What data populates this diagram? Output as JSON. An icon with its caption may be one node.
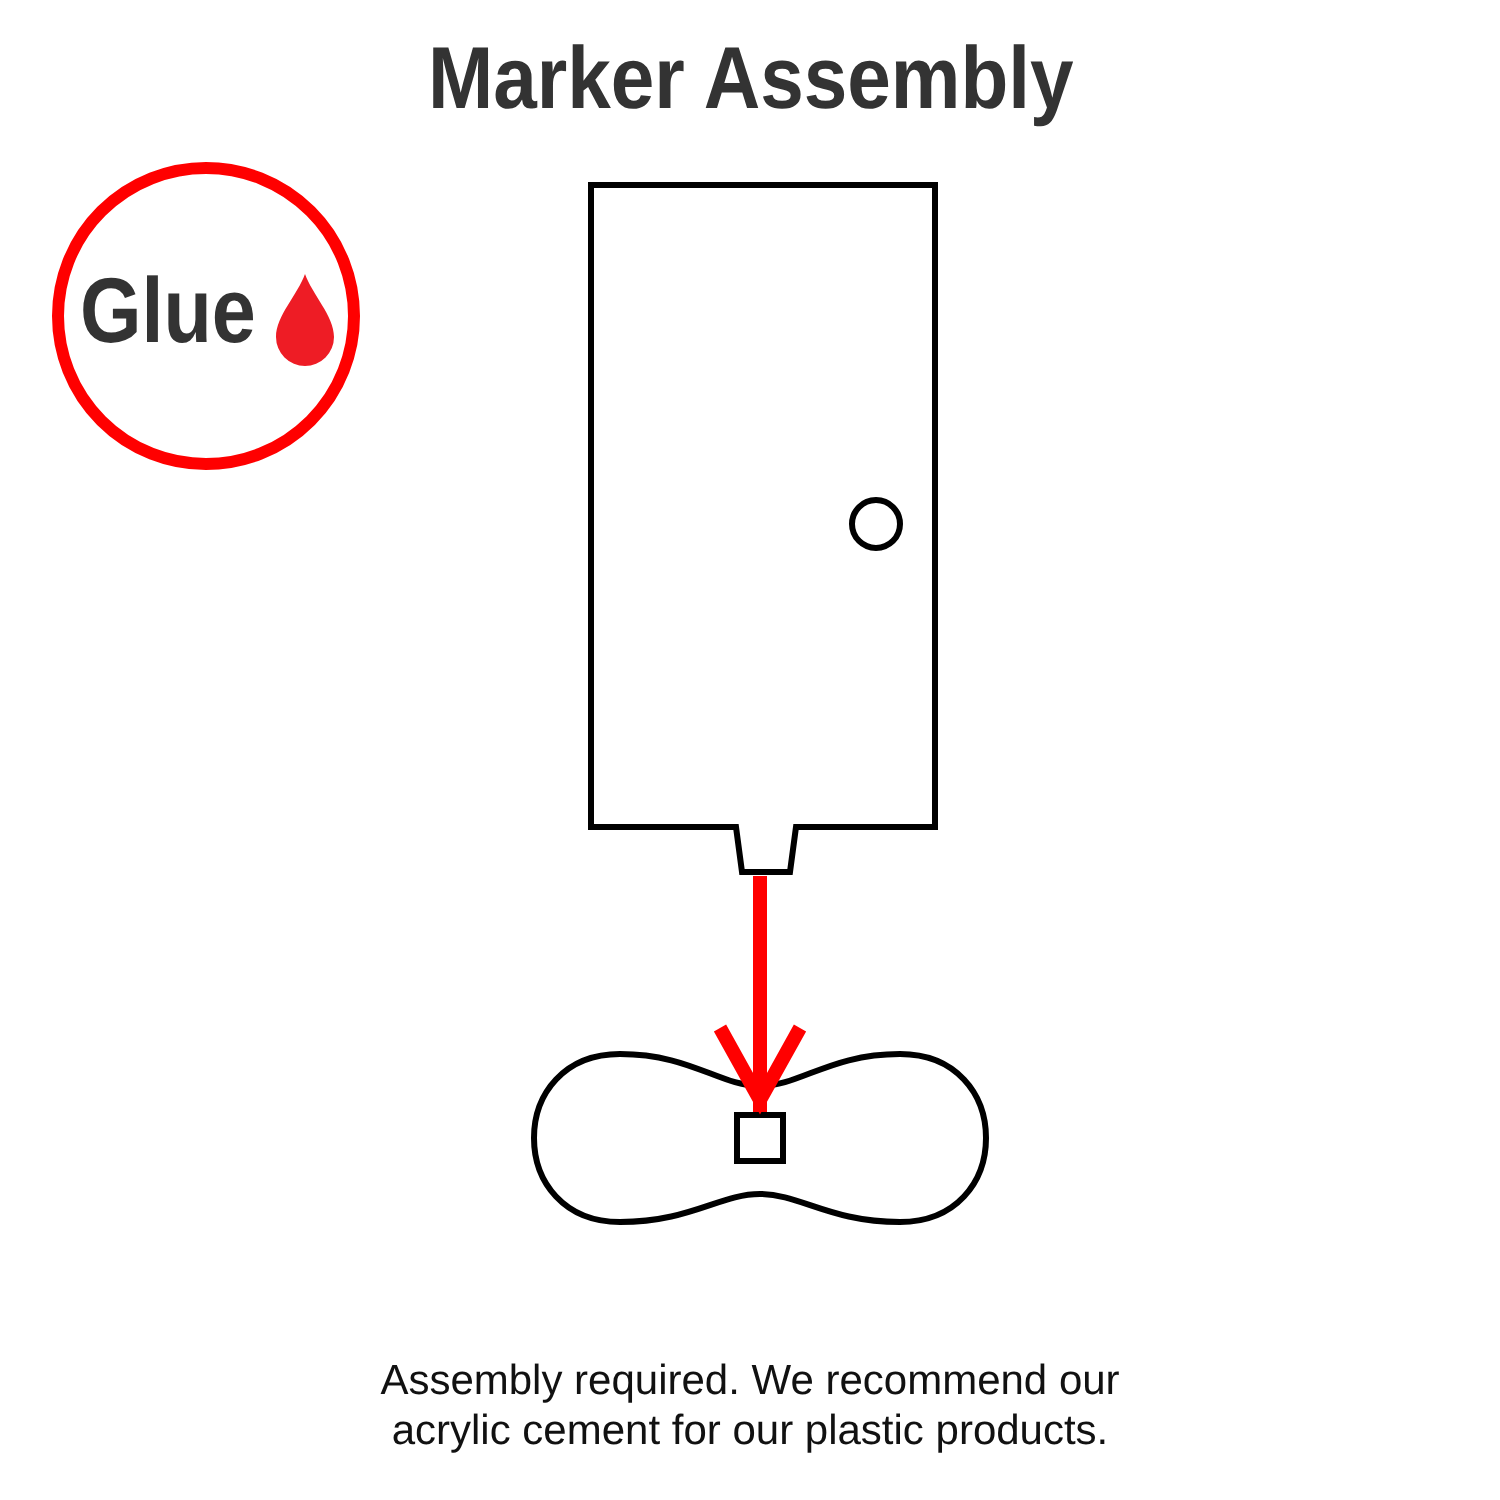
{
  "diagram": {
    "title": "Marker Assembly",
    "caption": "Assembly required. We recommend our acrylic cement for our plastic products.",
    "nodes": [
      {
        "text": [
          "Glue"
        ]
      },
      {
        "text": [],
        "shape": "picture"
      },
      {
        "text": [],
        "shape": "picture"
      },
      {
        "text": [],
        "shape": "box",
        "in": 2
      }
    ],
    "edges": [
      {
        "from": 1,
        "to": 3,
        "arrow": "to",
        "color": "#ff0000"
      }
    ]
  }
}
